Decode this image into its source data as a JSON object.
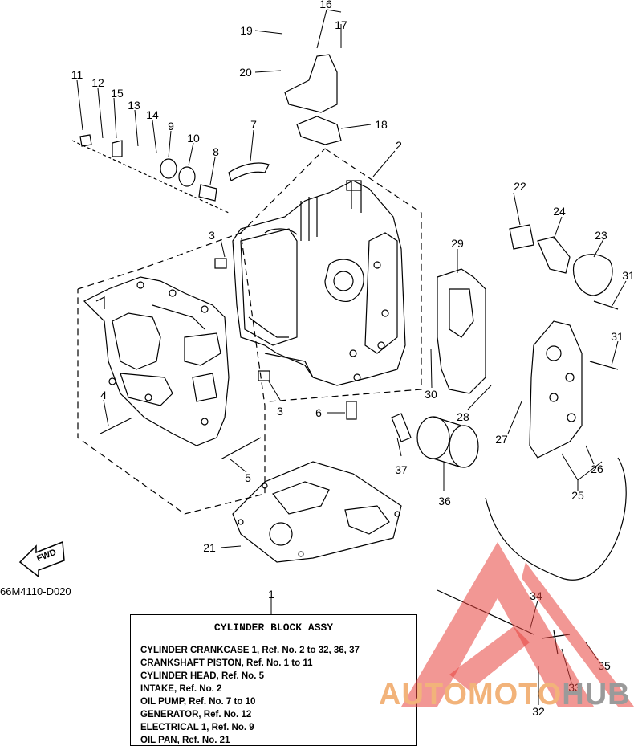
{
  "diagram": {
    "part_code": "66M4110-D020",
    "fwd_label": "FWD",
    "callouts": [
      "1",
      "2",
      "3",
      "3",
      "4",
      "5",
      "6",
      "7",
      "8",
      "9",
      "10",
      "11",
      "12",
      "13",
      "14",
      "15",
      "16",
      "17",
      "18",
      "19",
      "20",
      "21",
      "22",
      "23",
      "24",
      "25",
      "26",
      "27",
      "28",
      "29",
      "30",
      "31",
      "31",
      "32",
      "33",
      "34",
      "35",
      "36",
      "37"
    ]
  },
  "legend": {
    "title": "CYLINDER BLOCK ASSY",
    "lines": [
      "CYLINDER CRANKCASE 1, Ref. No. 2 to 32, 36, 37",
      "CRANKSHAFT PISTON,  Ref. No. 1 to 11",
      "CYLINDER HEAD, Ref. No. 5",
      "INTAKE, Ref. No. 2",
      "OIL PUMP,  Ref. No. 7 to 10",
      "GENERATOR,  Ref. No. 12",
      "ELECTRICAL 1, Ref. No. 9",
      "OIL PAN,  Ref. No. 21"
    ]
  },
  "watermark": {
    "part1": "AUTOMOTO",
    "part2": "HUB",
    "color_triangle": "#e8413c",
    "color_text1": "#f2b37a",
    "color_text2": "#9a9a9a"
  }
}
